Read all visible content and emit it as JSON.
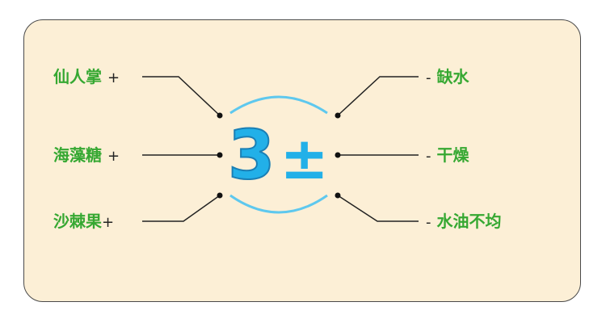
{
  "left_items": [
    {
      "label": "仙人掌",
      "sign": "+"
    },
    {
      "label": "海藻糖",
      "sign": "+"
    },
    {
      "label": "沙棘果",
      "sign": "+"
    }
  ],
  "right_items": [
    {
      "sign": "-",
      "label": "缺水"
    },
    {
      "sign": "-",
      "label": "干燥"
    },
    {
      "sign": "-",
      "label": "水油不均"
    }
  ],
  "center": {
    "number": "3",
    "symbol": "±"
  },
  "colors": {
    "background": "#fcefd6",
    "label_text": "#36a832",
    "accent": "#22b0e8",
    "arc": "#5ec8ee",
    "line": "#222222"
  }
}
